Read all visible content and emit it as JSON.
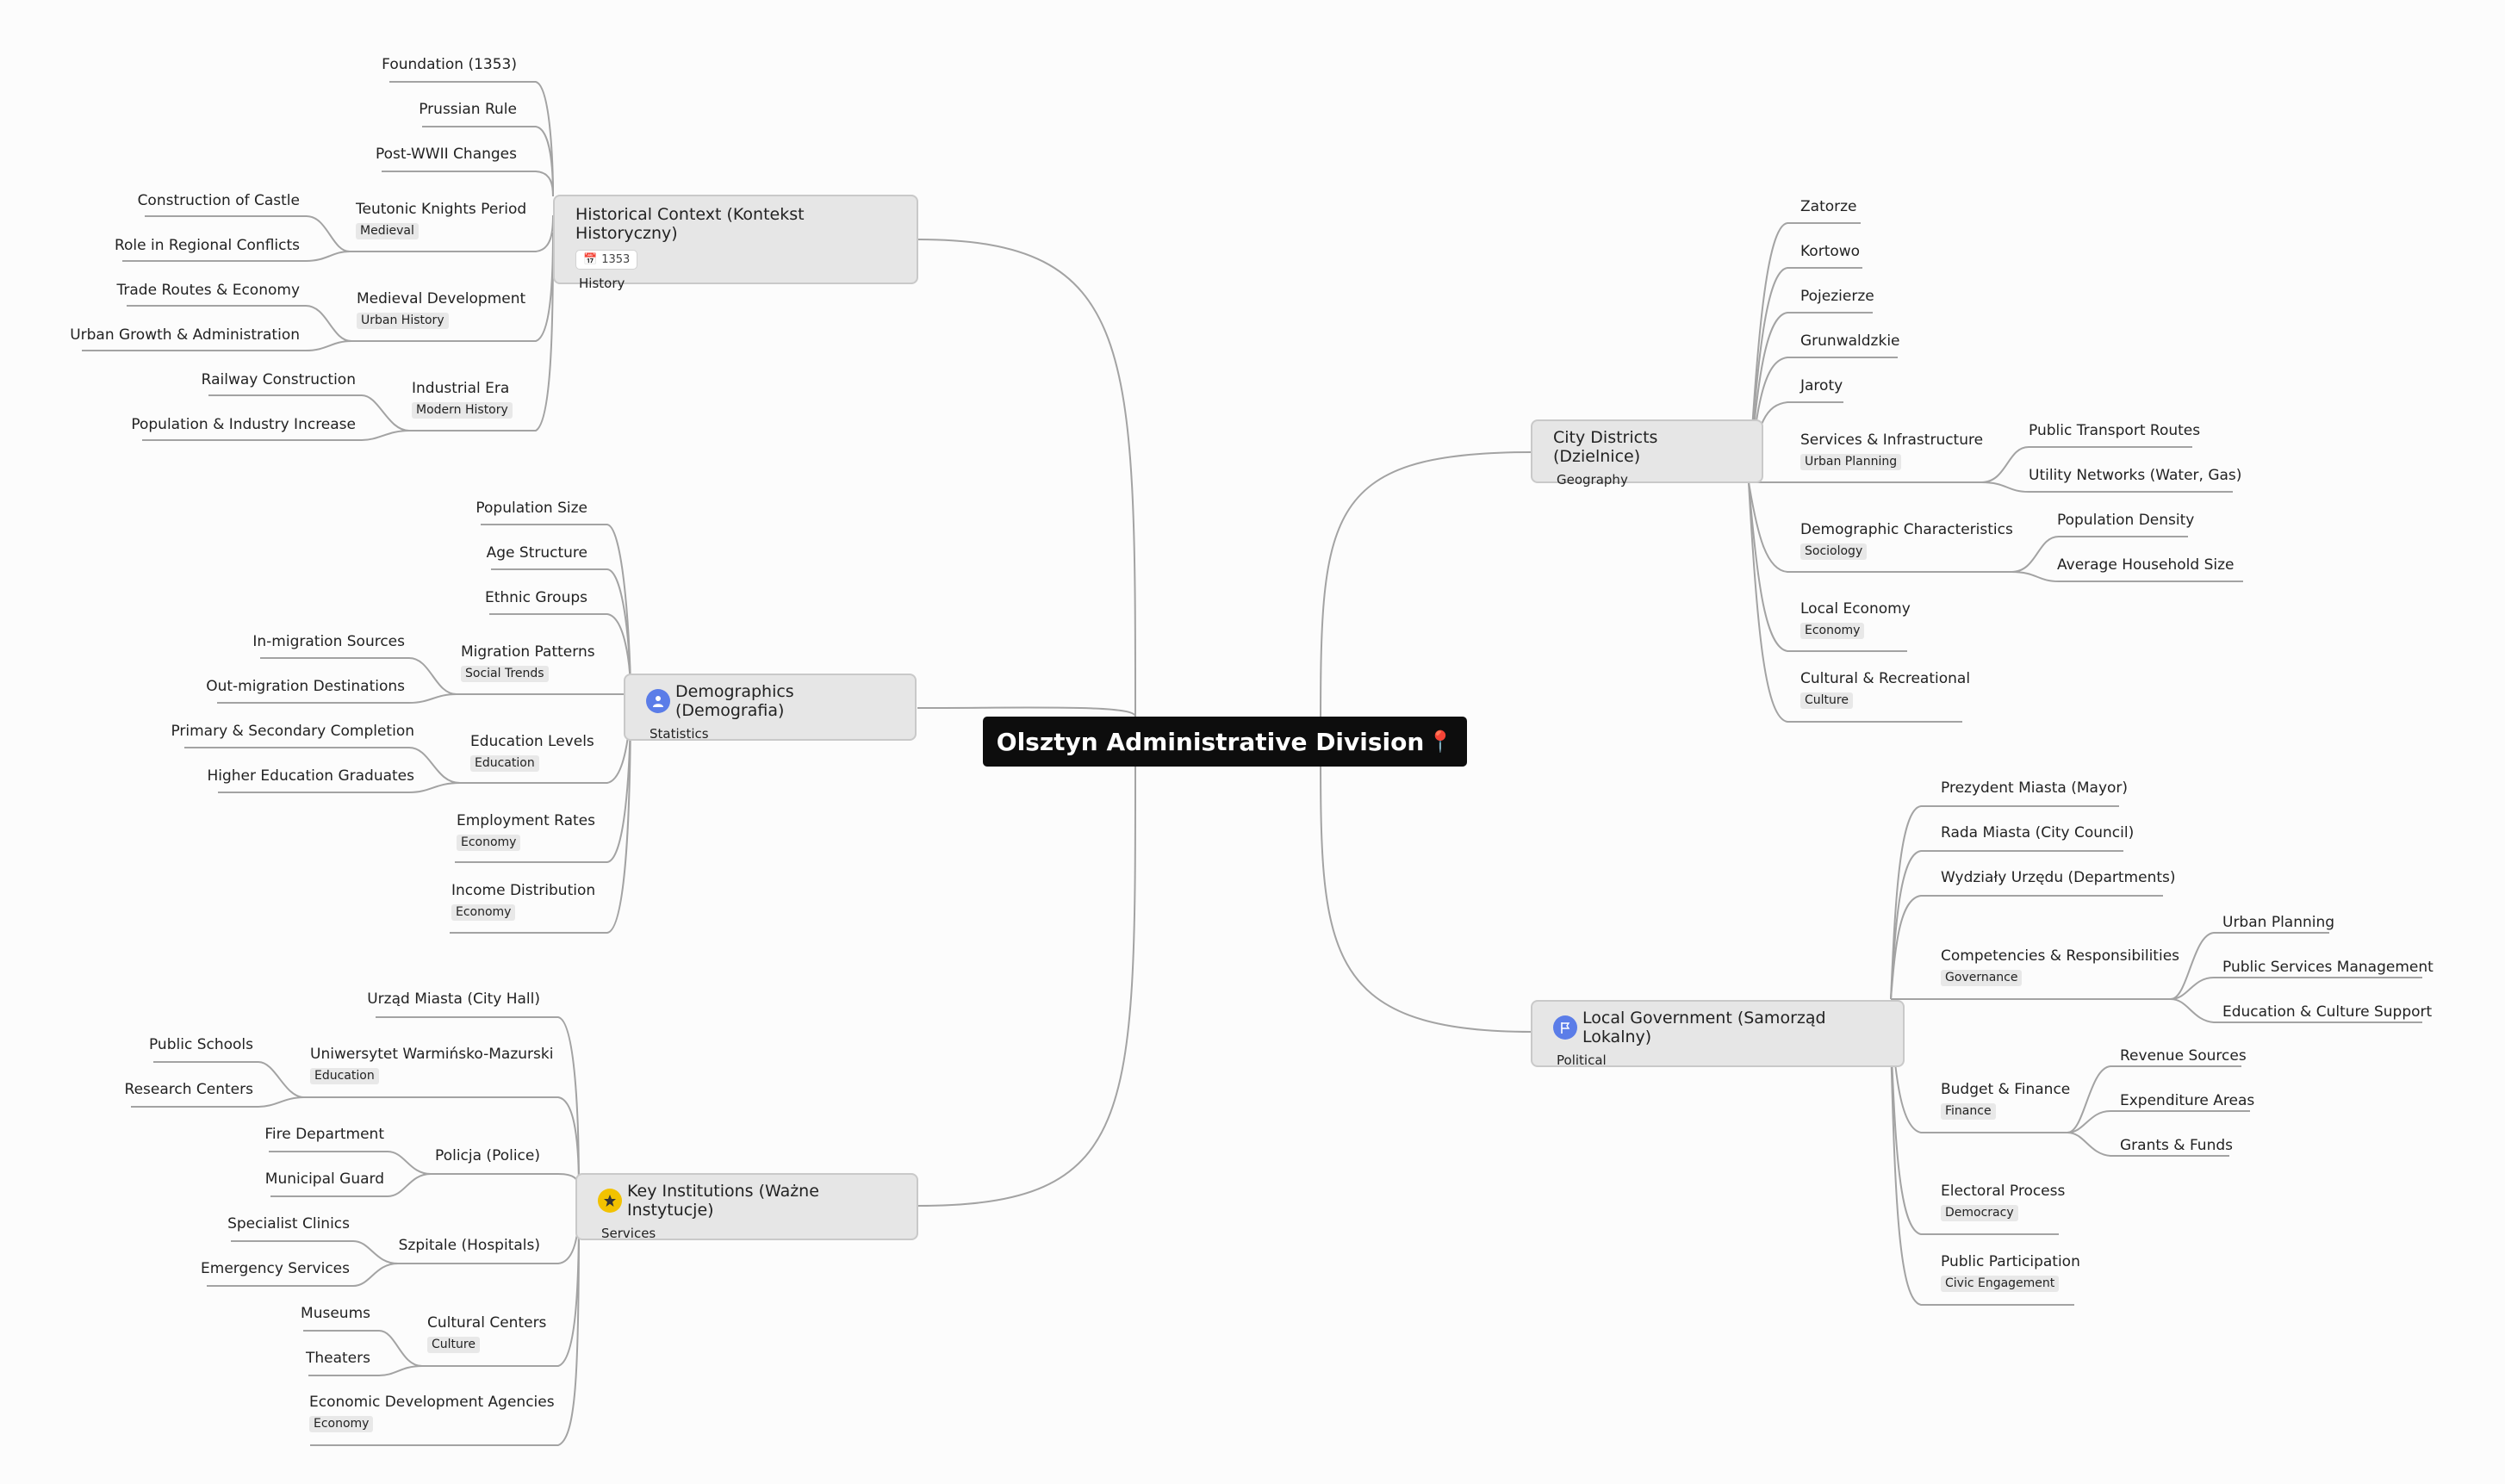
{
  "root": {
    "title": "Olsztyn Administrative Division",
    "icon": "map-pin-icon"
  },
  "branches": {
    "history": {
      "title": "Historical Context (Kontekst Historyczny)",
      "date": "1353",
      "tag": "History",
      "children": [
        {
          "label": "Foundation (1353)"
        },
        {
          "label": "Prussian Rule"
        },
        {
          "label": "Post-WWII Changes"
        },
        {
          "label": "Teutonic Knights Period",
          "tag": "Medieval",
          "children": [
            {
              "label": "Construction of Castle"
            },
            {
              "label": "Role in Regional Conflicts"
            }
          ]
        },
        {
          "label": "Medieval Development",
          "tag": "Urban History",
          "children": [
            {
              "label": "Trade Routes & Economy"
            },
            {
              "label": "Urban Growth & Administration"
            }
          ]
        },
        {
          "label": "Industrial Era",
          "tag": "Modern History",
          "children": [
            {
              "label": "Railway Construction"
            },
            {
              "label": "Population & Industry Increase"
            }
          ]
        }
      ]
    },
    "demographics": {
      "title": "Demographics (Demografia)",
      "icon": "person-icon",
      "tag": "Statistics",
      "children": [
        {
          "label": "Population Size"
        },
        {
          "label": "Age Structure"
        },
        {
          "label": "Ethnic Groups"
        },
        {
          "label": "Migration Patterns",
          "tag": "Social Trends",
          "children": [
            {
              "label": "In-migration Sources"
            },
            {
              "label": "Out-migration Destinations"
            }
          ]
        },
        {
          "label": "Education Levels",
          "tag": "Education",
          "children": [
            {
              "label": "Primary & Secondary Completion"
            },
            {
              "label": "Higher Education Graduates"
            }
          ]
        },
        {
          "label": "Employment Rates",
          "tag": "Economy"
        },
        {
          "label": "Income Distribution",
          "tag": "Economy"
        }
      ]
    },
    "institutions": {
      "title": "Key Institutions (Ważne Instytucje)",
      "icon": "star-icon",
      "tag": "Services",
      "children": [
        {
          "label": "Urząd Miasta (City Hall)"
        },
        {
          "label": "Uniwersytet Warmińsko-Mazurski",
          "tag": "Education",
          "children": [
            {
              "label": "Public Schools"
            },
            {
              "label": "Research Centers"
            }
          ]
        },
        {
          "label": "Policja (Police)",
          "children": [
            {
              "label": "Fire Department"
            },
            {
              "label": "Municipal Guard"
            }
          ]
        },
        {
          "label": "Szpitale (Hospitals)",
          "children": [
            {
              "label": "Specialist Clinics"
            },
            {
              "label": "Emergency Services"
            }
          ]
        },
        {
          "label": "Cultural Centers",
          "tag": "Culture",
          "children": [
            {
              "label": "Museums"
            },
            {
              "label": "Theaters"
            }
          ]
        },
        {
          "label": "Economic Development Agencies",
          "tag": "Economy"
        }
      ]
    },
    "districts": {
      "title": "City Districts (Dzielnice)",
      "tag": "Geography",
      "children": [
        {
          "label": "Zatorze"
        },
        {
          "label": "Kortowo"
        },
        {
          "label": "Pojezierze"
        },
        {
          "label": "Grunwaldzkie"
        },
        {
          "label": "Jaroty"
        },
        {
          "label": "Services & Infrastructure",
          "tag": "Urban Planning",
          "children": [
            {
              "label": "Public Transport Routes"
            },
            {
              "label": "Utility Networks (Water, Gas)"
            }
          ]
        },
        {
          "label": "Demographic Characteristics",
          "tag": "Sociology",
          "children": [
            {
              "label": "Population Density"
            },
            {
              "label": "Average Household Size"
            }
          ]
        },
        {
          "label": "Local Economy",
          "tag": "Economy"
        },
        {
          "label": "Cultural & Recreational",
          "tag": "Culture"
        }
      ]
    },
    "government": {
      "title": "Local Government (Samorząd Lokalny)",
      "icon": "flag-icon",
      "tag": "Political",
      "children": [
        {
          "label": "Prezydent Miasta (Mayor)"
        },
        {
          "label": "Rada Miasta (City Council)"
        },
        {
          "label": "Wydziały Urzędu (Departments)"
        },
        {
          "label": "Competencies & Responsibilities",
          "tag": "Governance",
          "children": [
            {
              "label": "Urban Planning"
            },
            {
              "label": "Public Services Management"
            },
            {
              "label": "Education & Culture Support"
            }
          ]
        },
        {
          "label": "Budget & Finance",
          "tag": "Finance",
          "children": [
            {
              "label": "Revenue Sources"
            },
            {
              "label": "Expenditure Areas"
            },
            {
              "label": "Grants & Funds"
            }
          ]
        },
        {
          "label": "Electoral Process",
          "tag": "Democracy"
        },
        {
          "label": "Public Participation",
          "tag": "Civic Engagement"
        }
      ]
    }
  },
  "colors": {
    "root_bg": "#0d0d0d",
    "branch_bg": "#e6e6e6",
    "link": "#999999",
    "icon_blue": "#5b7de8",
    "icon_yellow": "#f2c200",
    "pin": "#e53935"
  }
}
